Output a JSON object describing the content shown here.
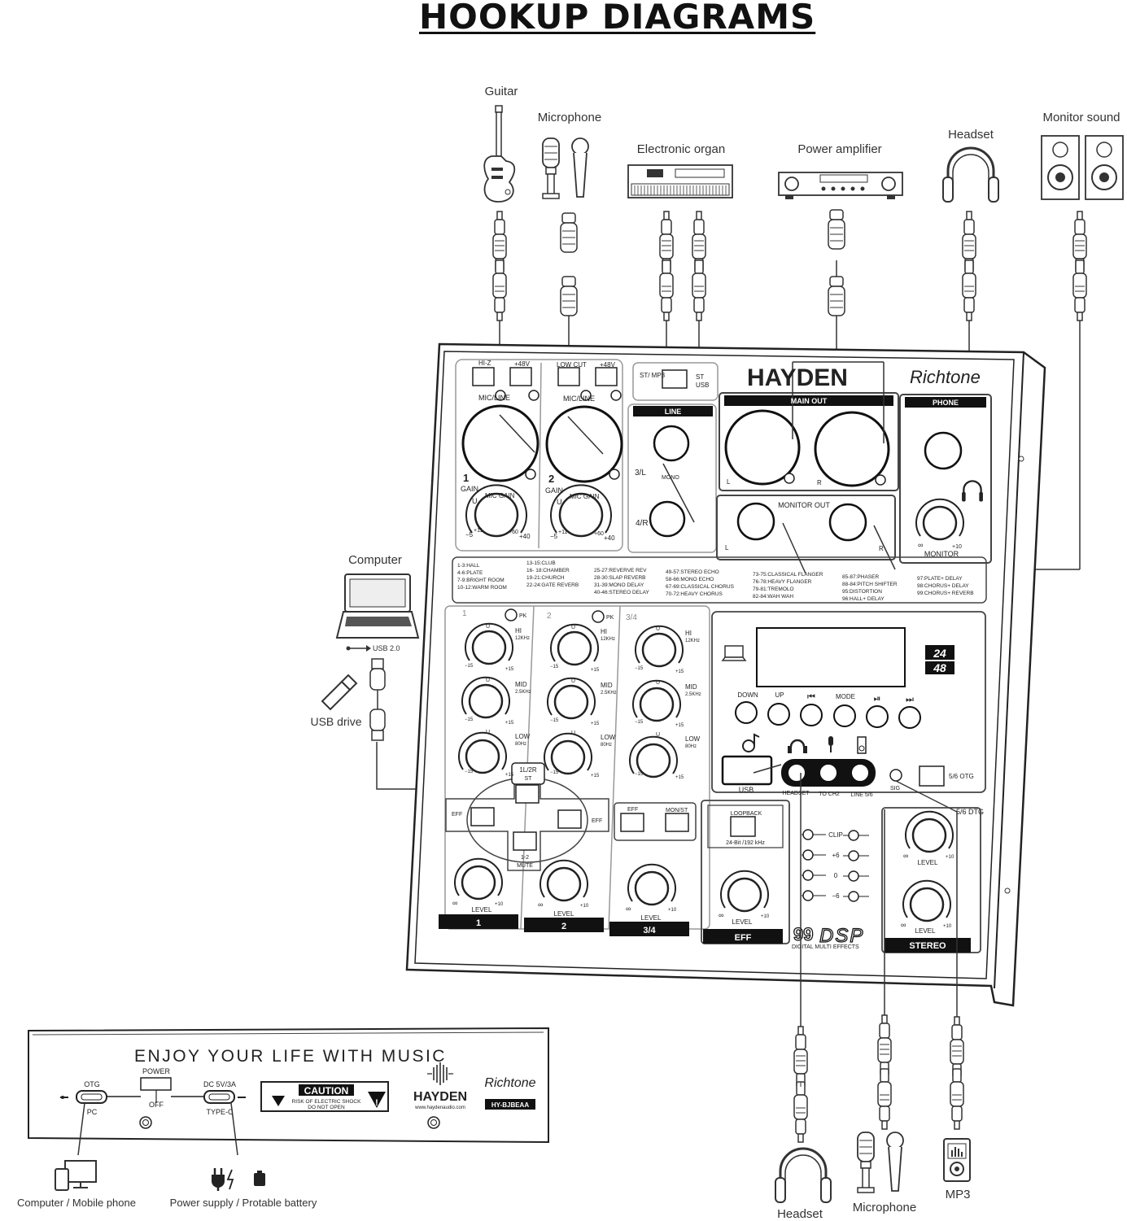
{
  "title": "HOOKUP DIAGRAMS",
  "devices_top": {
    "guitar": "Guitar",
    "microphone": "Microphone",
    "electronic_organ": "Electronic organ",
    "power_amplifier": "Power amplifier",
    "headset": "Headset",
    "monitor_sound": "Monitor sound"
  },
  "devices_left": {
    "computer": "Computer",
    "usb_label": "USB 2.0",
    "usb_drive": "USB drive"
  },
  "devices_bottom": {
    "headset": "Headset",
    "microphone": "Microphone",
    "mp3": "MP3",
    "computer_mobile": "Computer / Mobile phone",
    "power_supply": "Power supply / Protable battery"
  },
  "mixer": {
    "brand": "HAYDEN",
    "signature": "Richtone",
    "hiz": "HI-Z",
    "p48": "+48V",
    "lowcut": "LOW CUT",
    "micline": "MIC/LINE",
    "ch1": "1",
    "ch2": "2",
    "gain": "GAIN",
    "micgain": "MIC GAIN",
    "u": "U",
    "g_m5": "−5",
    "g_11": "+11",
    "g_60": "+60",
    "g_40": "+40",
    "stmp3": "ST/ MP3",
    "st": "ST",
    "usb": "USB",
    "line": "LINE",
    "line_3l": "3/L",
    "line_mono": "MONO",
    "line_4r": "4/R",
    "mainout": "MAIN OUT",
    "l": "L",
    "r": "R",
    "phone": "PHONE",
    "monitorout": "MONITOR OUT",
    "monitor": "MONITOR",
    "inf": "∞",
    "p10": "+10",
    "effects_list": [
      [
        "1-3:HALL",
        "4-6:PLATE",
        "7-9:BRIGHT ROOM",
        "10-12:WARM ROOM"
      ],
      [
        "13-15:CLUB",
        "16- 18:CHAMBER",
        "19-21:CHURCH",
        "22-24:GATE REVERB"
      ],
      [
        "25-27:REVERVE REV",
        "28-30:SLAP REVERB",
        "31-39:MONO DELAY",
        "40-46:STEREO DELAY"
      ],
      [
        "49-57:STEREO ECHO",
        "58-66:MONO ECHO",
        "67-69:CLASSICAL CHORUS",
        "70-72:HEAVY CHORUS"
      ],
      [
        "73-75:CLASSICAL FLANGER",
        "76-78:HEAVY FLANGER",
        "79-81:TREMOLO",
        "82-84:WAH WAH"
      ],
      [
        "85-87:PHASER",
        "88-84:PITCH SHIFTER",
        "95:DISTORTION",
        "96:HALL+ DELAY"
      ],
      [
        "97:PLATE+ DELAY",
        "98:CHORUS+ DELAY",
        "99:CHORUS+ REVERB"
      ]
    ],
    "eq_ch": [
      "1",
      "2",
      "3/4"
    ],
    "pk": "PK",
    "hi": "HI",
    "hi_f": "12KHz",
    "mid": "MID",
    "mid_f": "2.5KHz",
    "low": "LOW",
    "low_f": "80Hz",
    "m15": "−15",
    "p15": "+15",
    "route_top": "1L/2R",
    "route_st": "ST",
    "eff": "EFF",
    "mute_12": "1-2",
    "mute": "MUTE",
    "mon_st": "MON/ST",
    "loopback": "LOOPBACK",
    "bitrate": "24-Bit /192 kHz",
    "level": "LEVEL",
    "strip_1": "1",
    "strip_2": "2",
    "strip_34": "3/4",
    "strip_eff": "EFF",
    "strip_stereo": "STEREO",
    "badge_24": "24",
    "badge_48": "48",
    "down": "DOWN",
    "up": "UP",
    "mode": "MODE",
    "usb_btn": "USB",
    "headset_j": "HEADSET",
    "toch2": "TO CH2",
    "line56": "LINE 5/6",
    "sig": "SIG",
    "otg56": "5/6 OTG",
    "clip": "CLIP",
    "m_p6": "+6",
    "m_0": "0",
    "m_m6": "−6",
    "dsp_num": "99",
    "dsp": "DSP",
    "dsp_sub": "DIGITAL MULTI EFFECTS",
    "otg56b": "5/6 DTG"
  },
  "rear": {
    "slogan": "ENJOY YOUR LIFE WITH MUSIC",
    "power": "POWER",
    "otg": "OTG",
    "off": "OFF",
    "pc": "PC",
    "dc": "DC 5V/3A",
    "typec": "TYPE-C",
    "caution": "CAUTION",
    "caution_sub": "RISK OF ELECTRIC SHOCK",
    "caution_sub2": "DO NOT OPEN",
    "brand": "HAYDEN",
    "url": "www.haydenaudio.com",
    "signature": "Richtone",
    "model": "HY-BJBEAA"
  }
}
